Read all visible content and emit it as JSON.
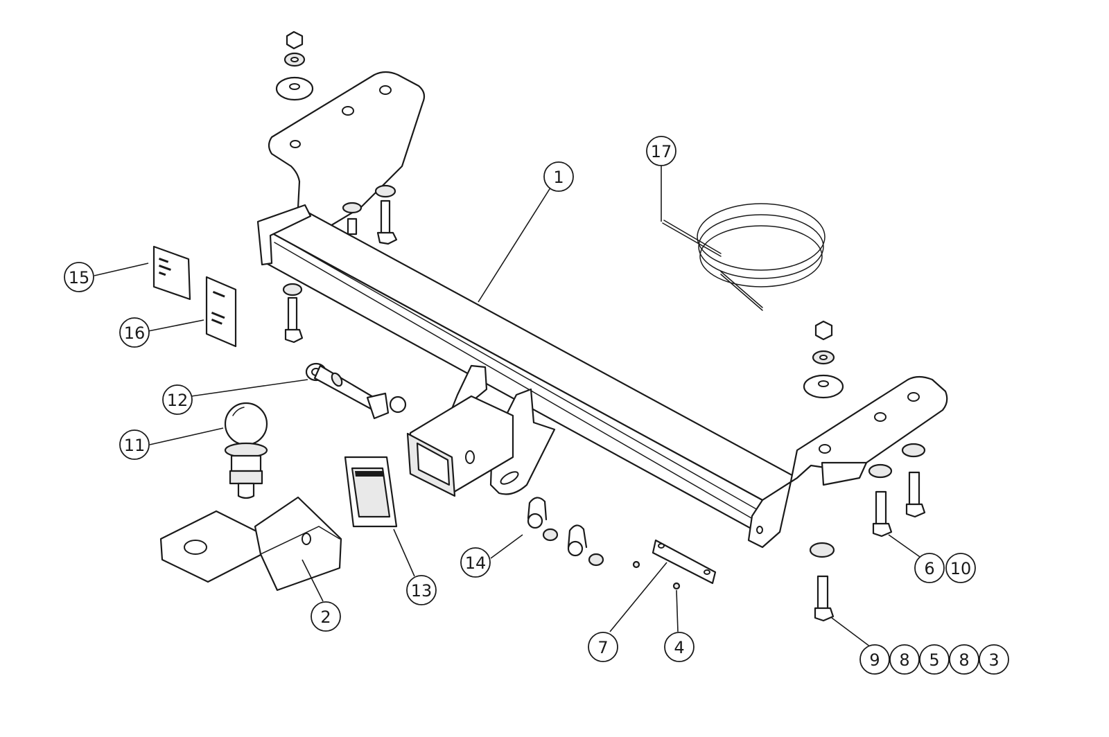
{
  "callouts": [
    {
      "id": "c1",
      "label": "1"
    },
    {
      "id": "c2",
      "label": "2"
    },
    {
      "id": "c4",
      "label": "4"
    },
    {
      "id": "c6",
      "label": "6"
    },
    {
      "id": "c7",
      "label": "7"
    },
    {
      "id": "c10",
      "label": "10"
    },
    {
      "id": "c11",
      "label": "11"
    },
    {
      "id": "c12",
      "label": "12"
    },
    {
      "id": "c13",
      "label": "13"
    },
    {
      "id": "c14",
      "label": "14"
    },
    {
      "id": "c15",
      "label": "15"
    },
    {
      "id": "c16",
      "label": "16"
    },
    {
      "id": "c17",
      "label": "17"
    },
    {
      "id": "c9",
      "label": "9"
    },
    {
      "id": "c8a",
      "label": "8"
    },
    {
      "id": "c5",
      "label": "5"
    },
    {
      "id": "c8b",
      "label": "8"
    },
    {
      "id": "c3",
      "label": "3"
    }
  ],
  "colors": {
    "line": "#1a1a1a",
    "background": "#ffffff",
    "shade": "#e9e9e9"
  }
}
